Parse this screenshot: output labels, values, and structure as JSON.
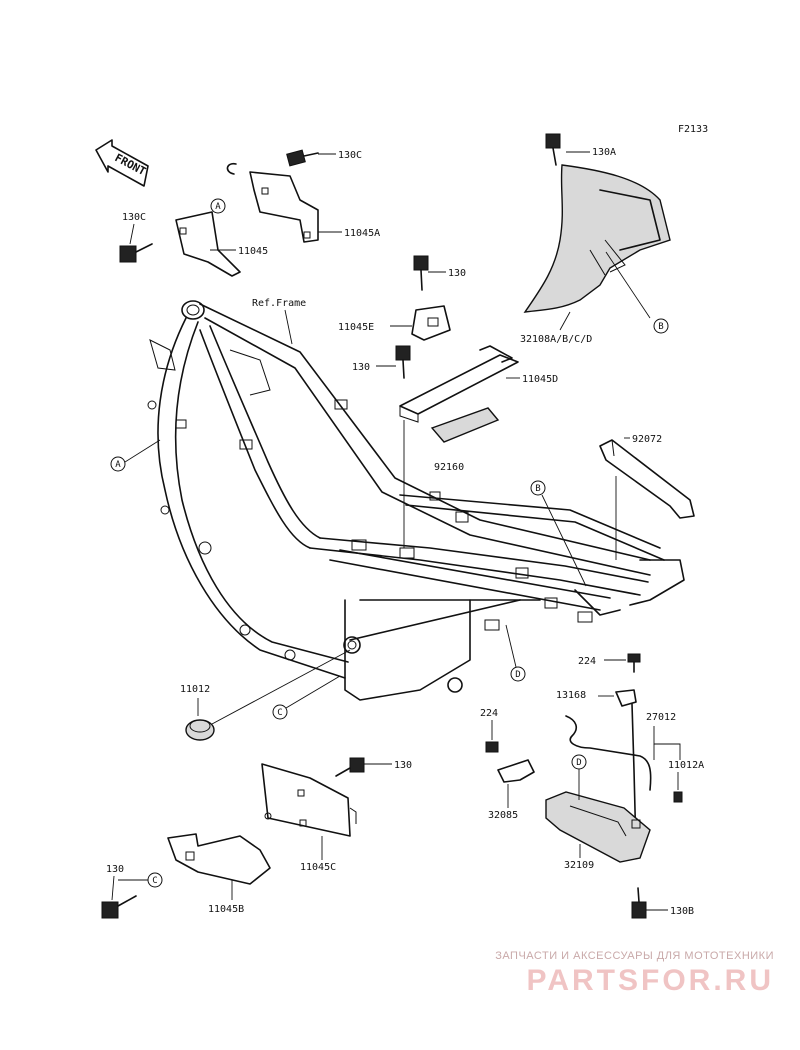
{
  "diagram": {
    "figure_code": "F2133",
    "front_arrow_label": "FRONT",
    "frame_label": "Ref.Frame",
    "parts": [
      {
        "id": "p130c_top",
        "label": "130C"
      },
      {
        "id": "p130a",
        "label": "130A"
      },
      {
        "id": "p130c_left",
        "label": "130C"
      },
      {
        "id": "p11045a",
        "label": "11045A"
      },
      {
        "id": "p11045",
        "label": "11045"
      },
      {
        "id": "p130_mid",
        "label": "130"
      },
      {
        "id": "p32108",
        "label": "32108A/B/C/D"
      },
      {
        "id": "p11045e",
        "label": "11045E"
      },
      {
        "id": "p130_mid2",
        "label": "130"
      },
      {
        "id": "p11045d",
        "label": "11045D"
      },
      {
        "id": "p92160",
        "label": "92160"
      },
      {
        "id": "p92072",
        "label": "92072"
      },
      {
        "id": "p11012",
        "label": "11012"
      },
      {
        "id": "p224_right",
        "label": "224"
      },
      {
        "id": "p13168",
        "label": "13168"
      },
      {
        "id": "p27012",
        "label": "27012"
      },
      {
        "id": "p224_mid",
        "label": "224"
      },
      {
        "id": "p11012a",
        "label": "11012A"
      },
      {
        "id": "p130_low",
        "label": "130"
      },
      {
        "id": "p32085",
        "label": "32085"
      },
      {
        "id": "p11045c",
        "label": "11045C"
      },
      {
        "id": "p32109",
        "label": "32109"
      },
      {
        "id": "p130_bl",
        "label": "130"
      },
      {
        "id": "p11045b",
        "label": "11045B"
      },
      {
        "id": "p130b",
        "label": "130B"
      }
    ],
    "callouts": [
      {
        "id": "A1",
        "letter": "A"
      },
      {
        "id": "A2",
        "letter": "A"
      },
      {
        "id": "B1",
        "letter": "B"
      },
      {
        "id": "B2",
        "letter": "B"
      },
      {
        "id": "C1",
        "letter": "C"
      },
      {
        "id": "C2",
        "letter": "C"
      },
      {
        "id": "D1",
        "letter": "D"
      },
      {
        "id": "D2",
        "letter": "D"
      }
    ]
  },
  "watermark": {
    "tagline": "ЗАПЧАСТИ И АКСЕССУАРЫ ДЛЯ МОТОТЕХНИКИ",
    "brand": "PARTSFOR.RU"
  }
}
